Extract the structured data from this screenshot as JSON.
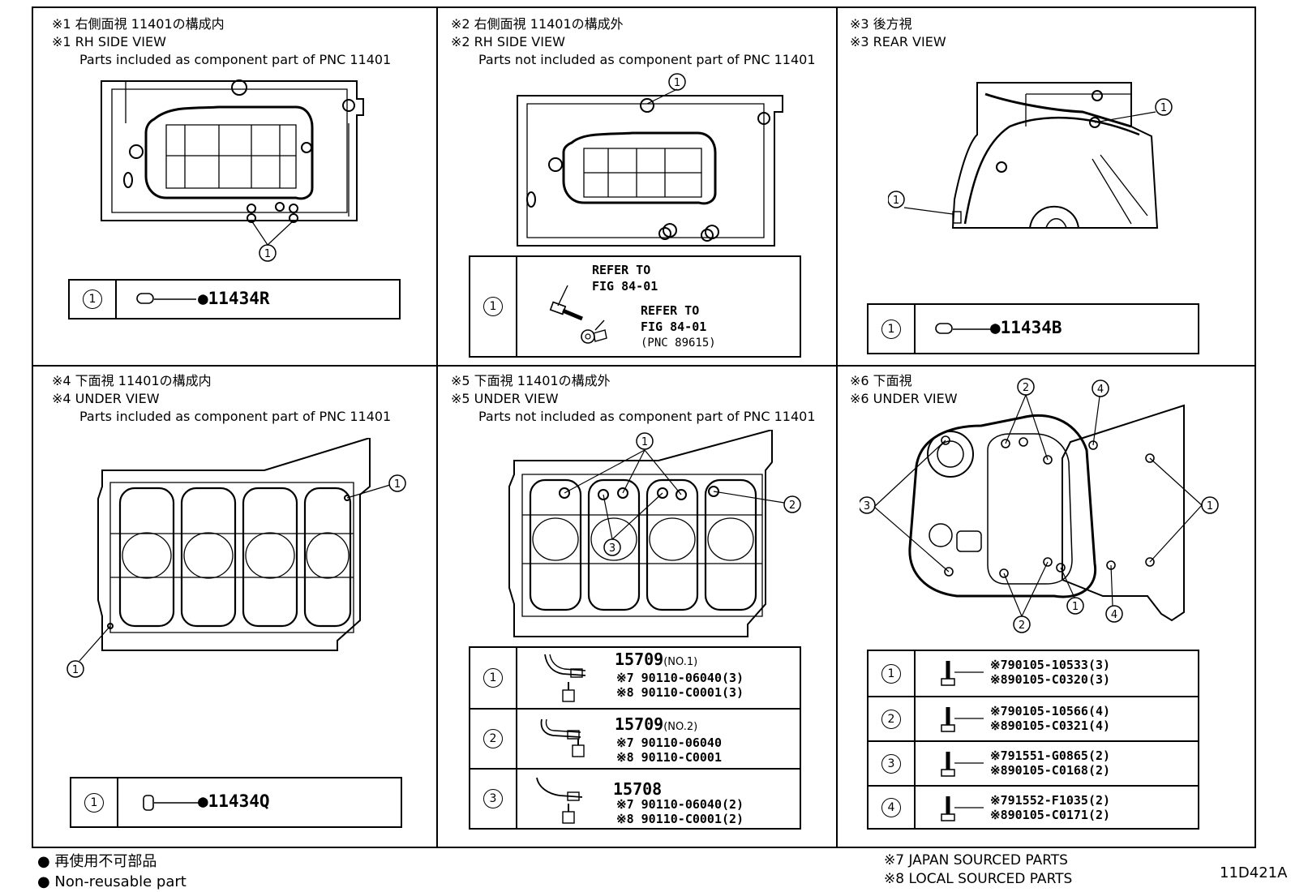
{
  "panels": [
    {
      "id": "p1",
      "header_jp": "※1 右側面視 11401の構成内",
      "header_en": "※1 RH SIDE VIEW",
      "note": "Parts included as component part of PNC 11401",
      "callouts": [
        "1"
      ],
      "table": [
        {
          "index": "1",
          "part": "●11434R"
        }
      ]
    },
    {
      "id": "p2",
      "header_jp": "※2 右側面視 11401の構成外",
      "header_en": "※2 RH SIDE VIEW",
      "note": "Parts not included as component part of PNC 11401",
      "callouts": [
        "1"
      ],
      "table": [
        {
          "index": "1",
          "refer1": "REFER TO",
          "fig1": "FIG 84-01",
          "refer2": "REFER TO",
          "fig2": "FIG 84-01",
          "pnc": "(PNC 89615)"
        }
      ]
    },
    {
      "id": "p3",
      "header_jp": "※3 後方視",
      "header_en": "※3 REAR VIEW",
      "note": "",
      "callouts": [
        "1"
      ],
      "table": [
        {
          "index": "1",
          "part": "●11434B"
        }
      ]
    },
    {
      "id": "p4",
      "header_jp": "※4 下面視 11401の構成内",
      "header_en": "※4 UNDER VIEW",
      "note": "Parts included as component part of PNC 11401",
      "callouts": [
        "1"
      ],
      "table": [
        {
          "index": "1",
          "part": "●11434Q"
        }
      ]
    },
    {
      "id": "p5",
      "header_jp": "※5 下面視 11401の構成外",
      "header_en": "※5 UNDER VIEW",
      "note": "Parts not included as component part of PNC 11401",
      "callouts": [
        "1",
        "2",
        "3"
      ],
      "table": [
        {
          "index": "1",
          "part": "15709",
          "suffix": "(NO.1)",
          "line7": "※7 90110-06040(3)",
          "line8": "※8 90110-C0001(3)"
        },
        {
          "index": "2",
          "part": "15709",
          "suffix": "(NO.2)",
          "line7": "※7 90110-06040",
          "line8": "※8 90110-C0001"
        },
        {
          "index": "3",
          "part": "15708",
          "suffix": "",
          "line7": "※7 90110-06040(2)",
          "line8": "※8 90110-C0001(2)"
        }
      ]
    },
    {
      "id": "p6",
      "header_jp": "※6 下面視",
      "header_en": "※6 UNDER VIEW",
      "note": "",
      "callouts": [
        "1",
        "2",
        "3",
        "4"
      ],
      "table": [
        {
          "index": "1",
          "line7": "※790105-10533(3)",
          "line8": "※890105-C0320(3)"
        },
        {
          "index": "2",
          "line7": "※790105-10566(4)",
          "line8": "※890105-C0321(4)"
        },
        {
          "index": "3",
          "line7": "※791551-G0865(2)",
          "line8": "※890105-C0168(2)"
        },
        {
          "index": "4",
          "line7": "※791552-F1035(2)",
          "line8": "※890105-C0171(2)"
        }
      ]
    }
  ],
  "legend": {
    "jp": "● 再使用不可部品",
    "en": "● Non-reusable part"
  },
  "footnotes": {
    "f7": "※7 JAPAN SOURCED PARTS",
    "f8": "※8 LOCAL SOURCED PARTS"
  },
  "figure_id": "11D421A"
}
